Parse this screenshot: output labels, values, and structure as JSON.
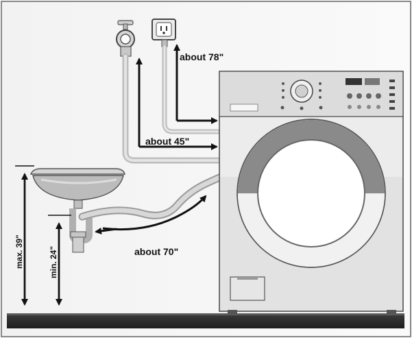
{
  "diagram": {
    "labels": {
      "power_distance": "about 78\"",
      "water_inlet_distance": "about 45\"",
      "drain_hose_distance": "about 70\"",
      "max_drain_height": "max. 39\"",
      "min_drain_height": "min. 24\""
    },
    "components": {
      "faucet": "water-faucet",
      "outlet": "electrical-outlet",
      "sink": "laundry-sink",
      "washer": "front-load-washer"
    }
  }
}
